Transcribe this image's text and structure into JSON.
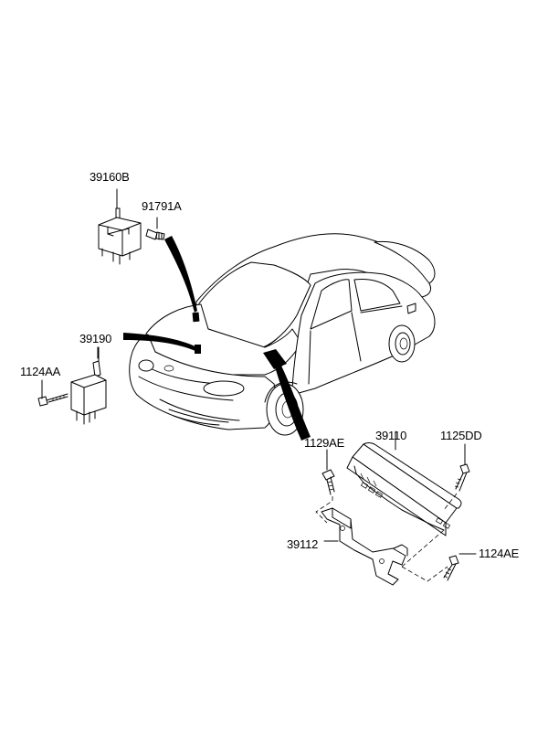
{
  "part_labels": {
    "relay_top": "39160B",
    "screw_top": "91791A",
    "relay_left": "39190",
    "bolt_left": "1124AA",
    "ecu": "39110",
    "bolt_ecu_right": "1125DD",
    "bolt_ecu_left": "1129AE",
    "bracket": "39112",
    "bolt_bracket": "1124AE"
  },
  "colors": {
    "line": "#000000",
    "background": "#ffffff"
  }
}
